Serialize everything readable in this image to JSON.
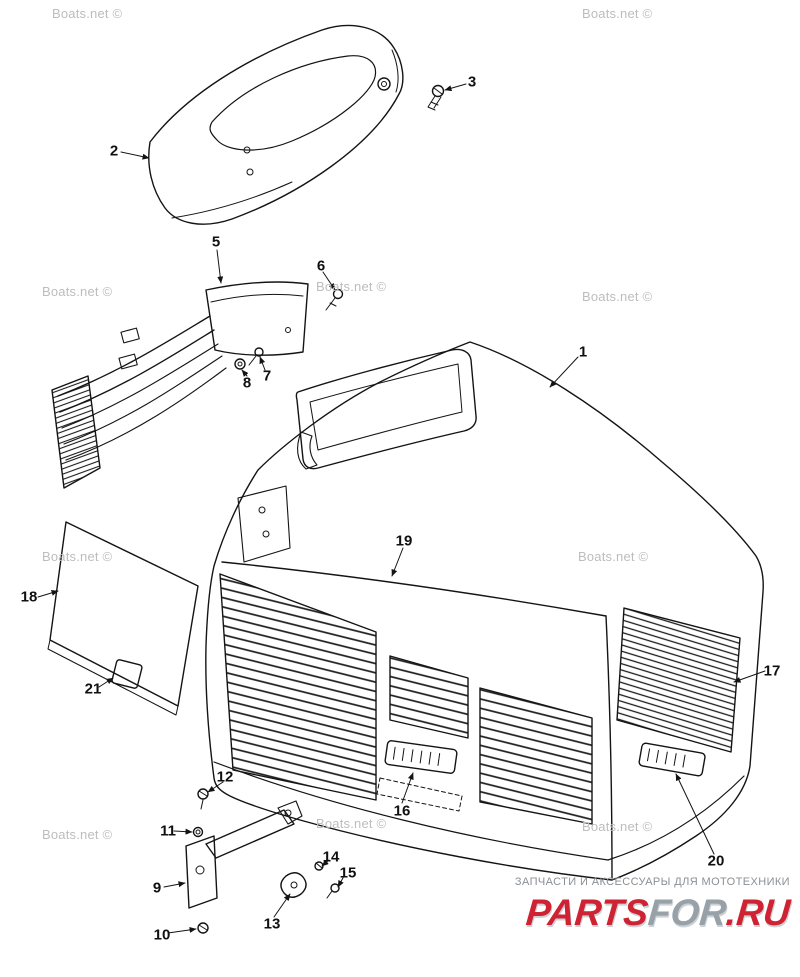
{
  "page": {
    "background": "#ffffff",
    "ink_color": "#141414"
  },
  "watermark": {
    "text": "Boats.net ©",
    "color": "#bdbdbd"
  },
  "callouts": {
    "p1": {
      "label": "1"
    },
    "p2": {
      "label": "2"
    },
    "p3": {
      "label": "3"
    },
    "p5": {
      "label": "5"
    },
    "p6": {
      "label": "6"
    },
    "p7": {
      "label": "7"
    },
    "p8": {
      "label": "8"
    },
    "p9": {
      "label": "9"
    },
    "p10": {
      "label": "10"
    },
    "p11": {
      "label": "11"
    },
    "p12": {
      "label": "12"
    },
    "p13": {
      "label": "13"
    },
    "p14": {
      "label": "14"
    },
    "p15": {
      "label": "15"
    },
    "p16": {
      "label": "16"
    },
    "p17": {
      "label": "17"
    },
    "p18": {
      "label": "18"
    },
    "p19": {
      "label": "19"
    },
    "p20": {
      "label": "20"
    },
    "p21": {
      "label": "21"
    }
  },
  "footer": {
    "tagline": "ЗАПЧАСТИ И АКСЕССУАРЫ ДЛЯ МОТОТЕХНИКИ",
    "logo": {
      "part1": "PARTS",
      "part2": "FOR",
      "part3": ".RU",
      "color_red": "#cf2233",
      "color_gray": "#98a0a8"
    }
  }
}
